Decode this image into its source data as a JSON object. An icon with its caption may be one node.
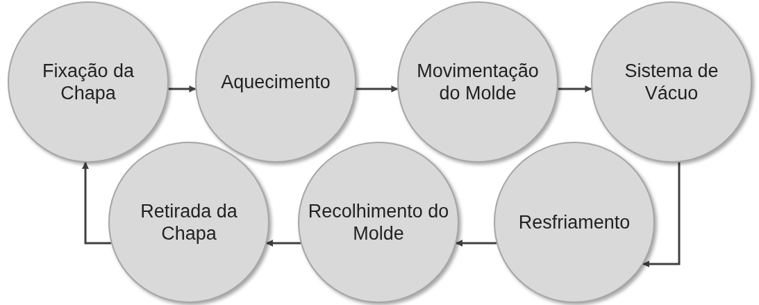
{
  "diagram": {
    "nodes": [
      {
        "text": [
          "Fixação da Chapa"
        ]
      },
      {
        "text": [
          "Aquecimento"
        ]
      },
      {
        "text": [
          "Movimentação do Molde"
        ]
      },
      {
        "text": [
          "Sistema de Vácuo"
        ]
      },
      {
        "text": [
          "Resfriamento"
        ]
      },
      {
        "text": [
          "Recolhimento do Molde"
        ]
      },
      {
        "text": [
          "Retirada da Chapa"
        ]
      }
    ],
    "edges": [
      {
        "from": 0,
        "to": 1,
        "arrow": "to"
      },
      {
        "from": 1,
        "to": 2,
        "arrow": "to"
      },
      {
        "from": 2,
        "to": 3,
        "arrow": "to"
      },
      {
        "from": 3,
        "to": 4,
        "arrow": "to"
      },
      {
        "from": 4,
        "to": 5,
        "arrow": "to"
      },
      {
        "from": 5,
        "to": 6,
        "arrow": "to"
      },
      {
        "from": 6,
        "to": 0,
        "arrow": "to"
      }
    ]
  }
}
